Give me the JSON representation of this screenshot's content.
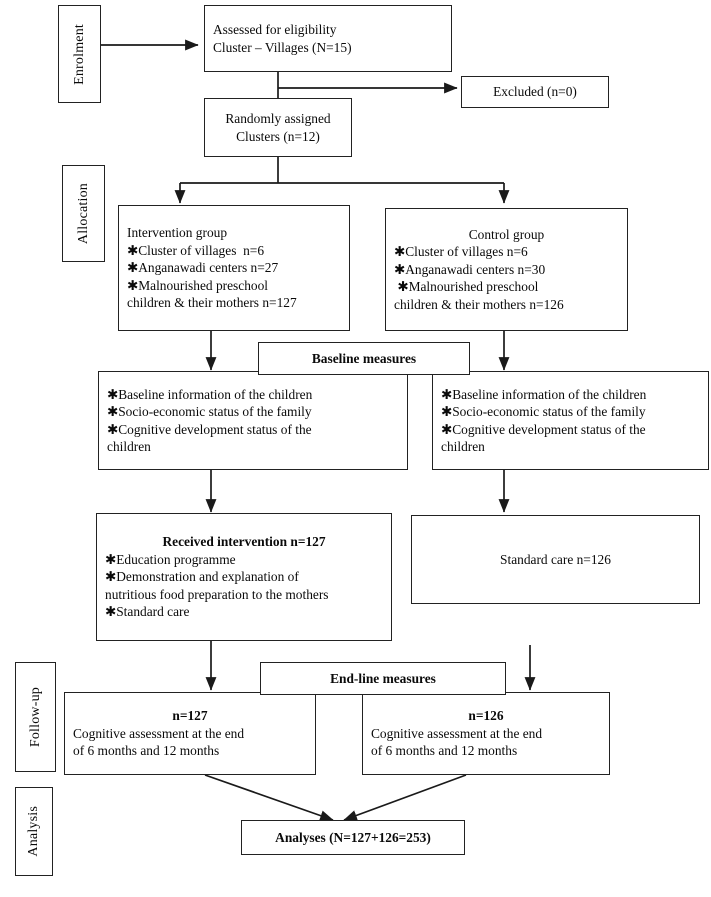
{
  "diagram": {
    "title": "CONSORT cluster-randomised trial flow diagram",
    "stroke_color": "#222222",
    "background_color": "#ffffff",
    "bullet_glyph": "✱"
  },
  "stage_labels": {
    "enrolment": "Enrolment",
    "allocation": "Allocation",
    "followup": "Follow-up",
    "analysis": "Analysis"
  },
  "nodes": {
    "assessed": {
      "line1": "Assessed for eligibility",
      "line2": "Cluster – Villages (N=15)"
    },
    "excluded": {
      "label": "Excluded (n=0)"
    },
    "randomised": {
      "line1": "Randomly assigned",
      "line2": "Clusters (n=12)"
    },
    "intervention_group": {
      "heading": "Intervention group",
      "items": [
        "✱Cluster of villages  n=6",
        "✱Anganawadi centers n=27",
        "✱Malnourished preschool",
        "children & their mothers n=127"
      ]
    },
    "control_group": {
      "heading": "Control group",
      "items": [
        "✱Cluster of villages n=6",
        "✱Anganawadi centers n=30",
        " ✱Malnourished preschool",
        "children & their mothers n=126"
      ]
    },
    "baseline_banner": {
      "label": "Baseline measures"
    },
    "baseline_intervention": {
      "items": [
        "✱Baseline information of the children",
        "✱Socio-economic status of the family",
        "✱Cognitive development status of the",
        "children"
      ]
    },
    "baseline_control": {
      "items": [
        "✱Baseline information of the children",
        "✱Socio-economic status of the family",
        "✱Cognitive development status of the",
        "children"
      ]
    },
    "received_intervention": {
      "heading": "Received intervention n=127",
      "items": [
        "✱Education programme",
        "✱Demonstration and explanation of",
        "nutritious food preparation to the mothers",
        "✱Standard care"
      ]
    },
    "standard_care": {
      "label": "Standard care n=126"
    },
    "endline_banner": {
      "label": "End-line measures"
    },
    "followup_intervention": {
      "heading": "n=127",
      "line1": "Cognitive assessment at the end",
      "line2": "of 6 months and 12 months"
    },
    "followup_control": {
      "heading": "n=126",
      "line1": "Cognitive assessment at the end",
      "line2": "of 6 months and 12 months"
    },
    "analyses": {
      "label": "Analyses (N=127+126=253)"
    }
  }
}
